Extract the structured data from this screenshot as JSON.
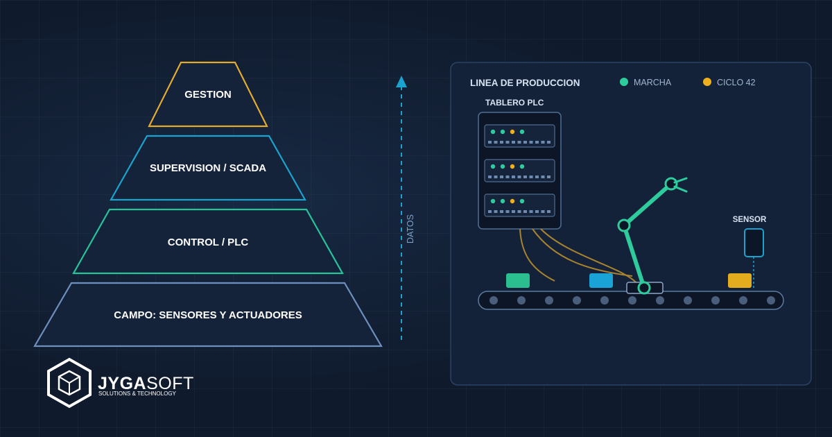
{
  "pyramid": {
    "levels": [
      {
        "label": "GESTION",
        "color": "#e3ac2e"
      },
      {
        "label": "SUPERVISION / SCADA",
        "color": "#1ba3cf"
      },
      {
        "label": "CONTROL / PLC",
        "color": "#27c49a"
      },
      {
        "label": "CAMPO: SENSORES Y ACTUADORES",
        "color": "#6d90bf"
      }
    ],
    "fill": "#14223a"
  },
  "data_arrow": {
    "label": "DATOS",
    "color": "#1ba3cf"
  },
  "production": {
    "title": "LINEA DE PRODUCCION",
    "status": [
      {
        "label": "MARCHA",
        "color": "#2ecc9c"
      },
      {
        "label": "CICLO 42",
        "color": "#f0b01e"
      }
    ],
    "plc_label": "TABLERO PLC",
    "sensor_label": "SENSOR",
    "colors": {
      "robot": "#2ecc9c",
      "cable": "#a9842f",
      "sensor": "#1ba3cf",
      "box_green": "#2bbf8f",
      "box_blue": "#1aa3d6",
      "box_yellow": "#e3ac1f"
    }
  },
  "logo": {
    "word_a": "JYGA",
    "word_b": "SOFT",
    "tagline": "SOLUTIONS & TECHNOLOGY",
    "icon": "hexagon-cube-icon"
  }
}
